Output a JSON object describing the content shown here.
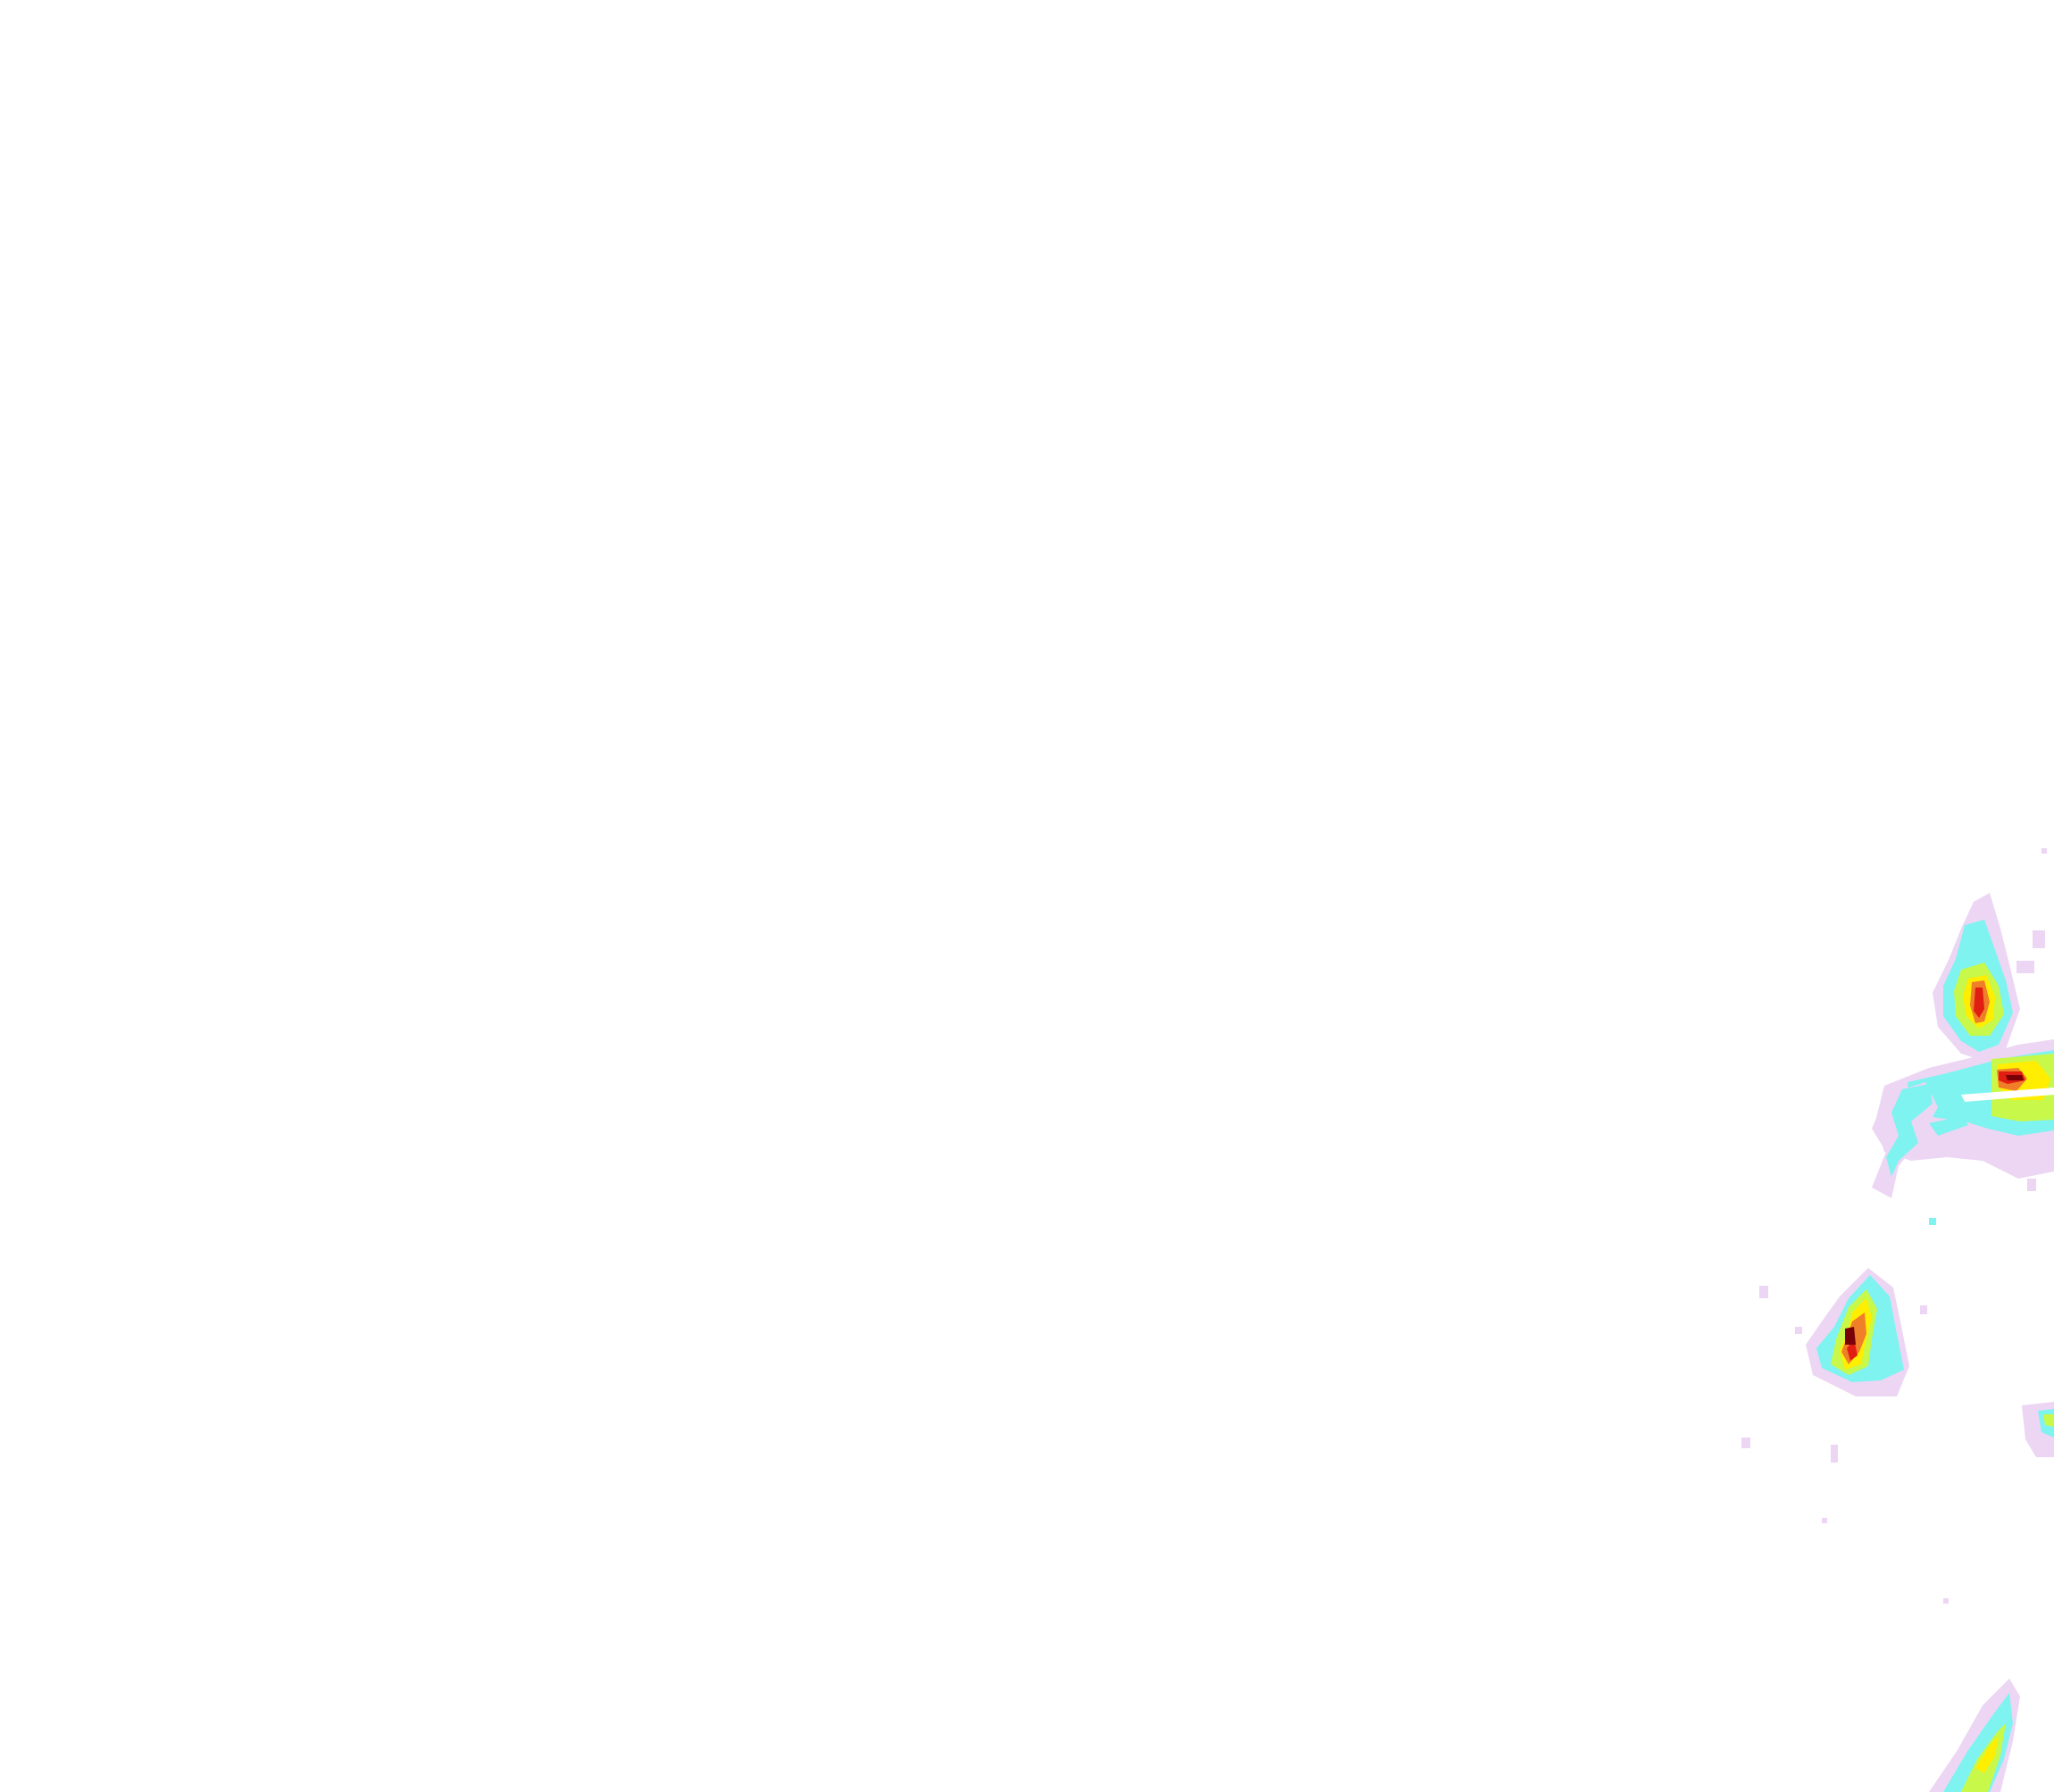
{
  "map": {
    "background_color": "#ffffff",
    "layer": "precipitation-radar-reflectivity",
    "palette": {
      "trace": "#ecd6f4",
      "light": "#7ef3f0",
      "moderate": "#c8f84a",
      "heavy": "#ffee00",
      "very_heavy": "#f07f2a",
      "intense": "#e01e12",
      "extreme": "#7a0008"
    },
    "echo_cells": [
      {
        "id": "cell-north",
        "intensity_level": 6
      },
      {
        "id": "cell-north-east",
        "intensity_level": 6
      },
      {
        "id": "cell-west-scatter",
        "intensity_level": 2
      },
      {
        "id": "cell-central",
        "intensity_level": 6
      },
      {
        "id": "cell-east-edge",
        "intensity_level": 3
      },
      {
        "id": "cell-south",
        "intensity_level": 4
      }
    ]
  }
}
